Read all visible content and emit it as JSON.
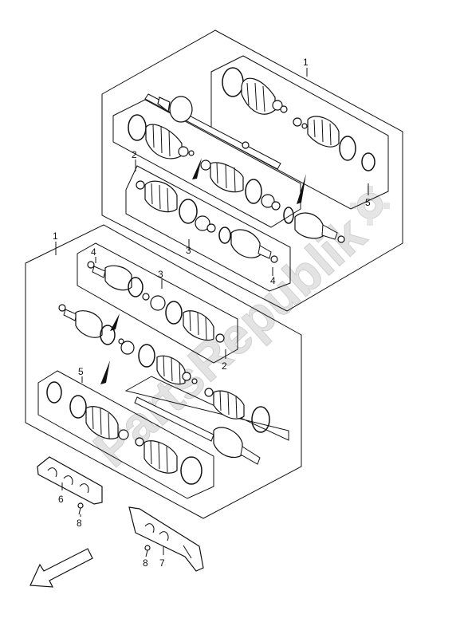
{
  "diagram": {
    "watermark": "PartsRepublik",
    "labels": {
      "upper_assembly": "1",
      "upper_inner_kit": "2",
      "upper_boot_kit": "3",
      "upper_clip_kit": "4",
      "upper_outer_kit": "5",
      "lower_assembly": "1",
      "lower_inner_kit": "2",
      "lower_boot_kit": "3",
      "lower_clip_kit": "4",
      "lower_outer_kit": "5",
      "cover_left": "6",
      "cover_right": "7",
      "bolt_left": "8",
      "bolt_right": "8"
    }
  }
}
